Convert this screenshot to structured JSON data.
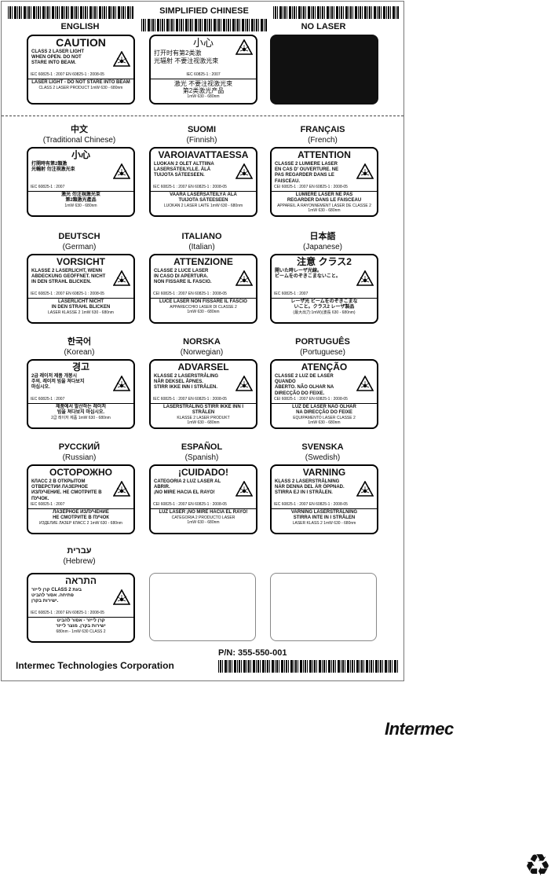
{
  "top": {
    "col_english": "ENGLISH",
    "col_chinese": "SIMPLIFIED CHINESE",
    "col_nolaser": "NO LASER",
    "english_card": {
      "title": "CAUTION",
      "body": "CLASS 2 LASER LIGHT\nWHEN OPEN. DO NOT\nSTARE INTO BEAM.",
      "iec": "IEC 60825-1 : 2007   EN 60825-1 : 2008-05",
      "bottom1": "LASER LIGHT - DO NOT STARE INTO BEAM",
      "bottom2": "CLASS 2 LASER PRODUCT  1mW  630 - 680nm"
    },
    "chinese_card": {
      "title": "小心",
      "body": "打开时有第2类激\n光辐射 不要注视激光束",
      "iec": "IEC 60825-1 : 2007",
      "bottom1": "激光 不要注视激光束\n第2类激光产品",
      "bottom2": "1mW 630 - 680nm"
    }
  },
  "labels": [
    {
      "lang": "中文",
      "sub": "(Traditional Chinese)",
      "title": "小心",
      "body": "打開時有第2類激\n光輻射 勿注視激光束",
      "iec": "IEC 60825-1 : 2007",
      "bottom1": "激光 勿注視激光束\n第2類激光產品",
      "bottom2": "1mW 630 - 680nm"
    },
    {
      "lang": "SUOMI",
      "sub": "(Finnish)",
      "title": "VAROIAVATTAESSA",
      "body": "LUOKAN 2 OLET ALTTIINA\nLASERSÄTEILYLLE. ÄLÄ\nTUIJOTA SÄTEESEEN.",
      "iec": "IEC 60825-1 : 2007   EN 60825-1 : 2008-05",
      "bottom1": "VAARA LASERSÄTEILYÄ ÄLÄ\nTUIJOTA SÄTEESEEN",
      "bottom2": "LUOKAN 2 LASER LAITE  1mW  630 - 680nm"
    },
    {
      "lang": "FRANÇAIS",
      "sub": "(French)",
      "title": "ATTENTION",
      "body": "CLASSE 2 LUMIERE LASER\nEN CAS D' OUVERTURE. NE\nPAS REGARDER DANS LE FAISCEAU.",
      "iec": "CEI 60825-1 : 2007   EN 60825-1 : 2008-05",
      "bottom1": "LUMIERE LASER NE PAS\nREGARDER DANS LE FAISCEAU",
      "bottom2": "APPAREIL À RAYONNEMENT LASER DE CLASSE 2\n1mW  630 - 680nm"
    },
    {
      "lang": "DEUTSCH",
      "sub": "(German)",
      "title": "VORSICHT",
      "body": "KLASSE 2 LASERLICHT, WENN\nABDECKUNG GEÖFFNET. NICHT\nIN DEN STRAHL BLICKEN.",
      "iec": "IEC 60825-1 : 2007   EN 60825-1 : 2008-05",
      "bottom1": "LASERLICHT NICHT\nIN DEN STRAHL BLICKEN",
      "bottom2": "LASER KLASSE 2  1mW  630 - 680nm"
    },
    {
      "lang": "ITALIANO",
      "sub": "(Italian)",
      "title": "ATTENZIONE",
      "body": "CLASSE 2 LUCE LASER\nIN CASO DI APERTURA.\nNON FISSARE IL FASCIO.",
      "iec": "CEI 60825-1 : 2007   EN 60825-1 : 2008-05",
      "bottom1": "LUCE LASER NON FISSARE IL FASCIO",
      "bottom2": "APPARECCHIO LASER DI CLASSE 2\n1mW  630 - 680nm"
    },
    {
      "lang": "日本語",
      "sub": "(Japanese)",
      "title": "注意 クラス2",
      "body": "開いた時レーザ光線。\nビームをのぞきこまないこと。",
      "iec": "IEC 60825-1 : 2007",
      "bottom1": "レーザ光 ビームをのぞきこまな\nいこと。クラス2 レーザ製品",
      "bottom2": "(最大出力:1mW)(波長 630 - 680nm)"
    },
    {
      "lang": "한국어",
      "sub": "(Korean)",
      "title": "경고",
      "body": "2급 레이저 제품 개봉시\n주의. 레이저 빔을 쳐다보지\n마십시오.",
      "iec": "IEC 60825-1 : 2007",
      "bottom1": "제품에서 발산하는 레이저\n빔을 쳐다보지 마십시오.",
      "bottom2": "2급 레이저 제품 1mW 630 - 680nm"
    },
    {
      "lang": "NORSKA",
      "sub": "(Norwegian)",
      "title": "ADVARSEL",
      "body": "KLASSE 2 LASERSTRÅLING\nNÅR DEKSEL ÅPNES.\nSTIRR IKKE INN I STRÅLEN.",
      "iec": "IEC 60825-1 : 2007   EN 60825-1 : 2008-05",
      "bottom1": "LASERSTRÅLING STIRR IKKE INN I STRÅLEN",
      "bottom2": "KLASSE 2 LASER PRODUKT\n1mW  630 - 680nm"
    },
    {
      "lang": "PORTUGUÊS",
      "sub": "(Portuguese)",
      "title": "ATENÇÃO",
      "body": "CLASSE 2 LUZ DE LASER QUANDO\nABERTO. NÃO OLHAR NA DIRECÇÃO DO FEIXE.",
      "iec": "CEI 60825-1 : 2007   EN 60825-1 : 2008-05",
      "bottom1": "LUZ DE LASER NÃO OLHAR\nNA DIRECÇÃO DO FEIXE",
      "bottom2": "EQUIPAMENTO LASER CLASSE 2\n1mW  630 - 680nm"
    },
    {
      "lang": "РУССКИЙ",
      "sub": "(Russian)",
      "title": "ОСТОРОЖНО",
      "body": "КЛАСС 2 В ОТКРЫТОМ\nОТВЕРСТИИ ЛАЗЕРНОЕ\nИЗЛУЧЕНИЕ. НЕ СМОТРИТЕ В ПУЧОК.",
      "iec": "IEC 60825-1 : 2007",
      "bottom1": "ЛАЗЕРНОЕ  ИЗЛУЧЕНИЕ\nНЕ СМОТРИТЕ В ПУЧОК",
      "bottom2": "ИЗДЕЛИЕ ЛАЗЕР КЛАСС 2  1mW  630 - 680nm"
    },
    {
      "lang": "ESPAÑOL",
      "sub": "(Spanish)",
      "title": "¡CUIDADO!",
      "body": "CATEGORIA 2 LUZ LASER AL ABRIR.\n¡NO MIRE HACIA EL RAYO!",
      "iec": "CEI 60825-1 : 2007   EN 60825-1 : 2008-05",
      "bottom1": "LUZ LASER ¡NO MIRE HACIA EL RAYO!",
      "bottom2": "CATEGORIA 2 PRODUCTO LASER\n1mW  630 - 680nm"
    },
    {
      "lang": "SVENSKA",
      "sub": "(Swedish)",
      "title": "VARNING",
      "body": "KLASS 2 LASERSTRÅLNING\nNÄR DENNA DEL ÄR ÖPPNAD.\nSTIRRA EJ IN I STRÅLEN.",
      "iec": "IEC 60825-1 : 2007   EN 60825-1 : 2008-05",
      "bottom1": "VARNING LASERSTRÅLNING\nSTIRRA INTE IN I STRÅLEN",
      "bottom2": "LASER KLASS 2  1mW  630 - 680nm"
    },
    {
      "lang": "עברית",
      "sub": "(Hebrew)",
      "title": "התראה",
      "body": "קרן לייזר CLASS 2 בעת\nפתיחה. אסור להביט\nישירות בקרן.",
      "iec": "IEC 60825-1 : 2007   EN 60825-1 : 2008-05",
      "bottom1": "קרן לייזר - אסור להביט\nישירות בקרן. מוצר לייזר",
      "bottom2": "680nm - 1mW 630  CLASS 2"
    }
  ],
  "footer": {
    "pn": "P/N: 355-550-001",
    "corp": "Intermec Technologies Corporation",
    "logo": "Intermec"
  },
  "icons": {
    "laser": "laser-warning-icon",
    "recycle": "recycle-icon"
  }
}
